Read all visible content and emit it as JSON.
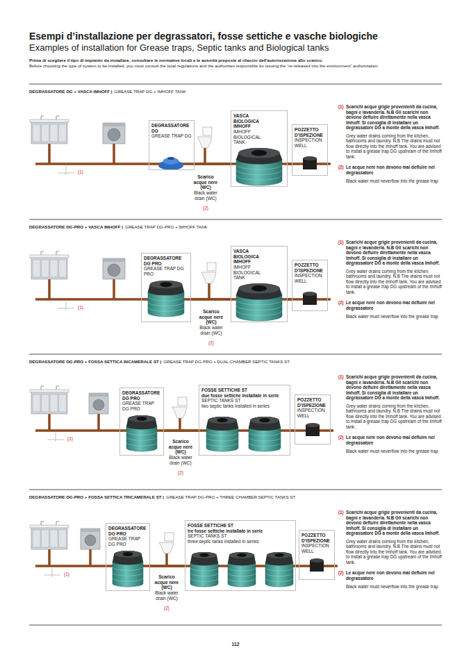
{
  "diagram": {
    "title": "Esempi d’installazione per degrassatori, fosse settiche e vasche biologiche",
    "nodes": [
      {
        "text": [
          "DEGRASSATORE DG",
          "GREASE TRAP DG"
        ]
      },
      {
        "text": [
          "Scarico acque nere (WC)",
          "Black water drain (WC)"
        ]
      },
      {
        "text": [
          "VASCA BIOLOGICA IMHOFF",
          "IMHOFF BIOLOGICAL TANK"
        ]
      },
      {
        "text": [
          "POZZETTO D'ISPEZIONE",
          "INSPECTION WELL"
        ]
      },
      {
        "text": [
          "DEGRASSATORE DG PRO",
          "GREASE TRAP DG PRO"
        ]
      },
      {
        "text": [
          "Scarico acque nere (WC)",
          "Black water drain (WC)"
        ]
      },
      {
        "text": [
          "VASCA BIOLOGICA IMHOFF",
          "IMHOFF BIOLOGICAL TANK"
        ]
      },
      {
        "text": [
          "POZZETTO D'ISPEZIONE",
          "INSPECTION WELL"
        ]
      },
      {
        "text": [
          "DEGRASSATORE DG PRO",
          "GREASE TRAP DG PRO"
        ]
      },
      {
        "text": [
          "Scarico acque nere (WC)",
          "Black water drain (WC)"
        ]
      },
      {
        "text": [
          "FOSSE SETTICHE ST",
          "due fosse settiche installate in serie",
          "SEPTIC TANKS ST",
          "two septic tanks installed in series"
        ]
      },
      {
        "text": [
          "POZZETTO D'ISPEZIONE",
          "INSPECTION WELL"
        ]
      },
      {
        "text": [
          "DEGRASSATORE DG PRO",
          "GREASE TRAP DG PRO"
        ]
      },
      {
        "text": [
          "Scarico acque nere (WC)",
          "Black water drain (WC)"
        ]
      },
      {
        "text": [
          "FOSSE SETTICHE ST",
          "tre fosse settiche installate in serie",
          "SEPTIC TANKS ST",
          "three septic tanks installed in series"
        ]
      },
      {
        "text": [
          "POZZETTO D'ISPEZIONE",
          "INSPECTION WELL"
        ]
      }
    ],
    "edges": [
      {
        "from": 0,
        "to": 2,
        "arrow": "none"
      },
      {
        "from": 2,
        "to": 3,
        "arrow": "none"
      },
      {
        "from": 4,
        "to": 6,
        "arrow": "none"
      },
      {
        "from": 6,
        "to": 7,
        "arrow": "none"
      },
      {
        "from": 8,
        "to": 10,
        "arrow": "none"
      },
      {
        "from": 10,
        "to": 11,
        "arrow": "none"
      },
      {
        "from": 12,
        "to": 14,
        "arrow": "none"
      },
      {
        "from": 14,
        "to": 15,
        "arrow": "none"
      }
    ],
    "labels": [
      "Examples of installation for Grease traps, Septic tanks and Biological tanks",
      "Prima di scegliere il tipo di impianto da installare, consultare le normative locali e le autorità preposte al rilascio dell'autorizzazione allo scarico.",
      "Before choosing the type of system to be installed, you must consult the local regulations and the authorities responsible for issuing the “re-released into the environment” authorization.",
      "DEGRASSATORE DG + VASCA IMHOFF |",
      "GREASE TRAP DG + IMHOFF TANK",
      "(1)",
      "(2)",
      "(1)",
      "Scarichi acque grigie provenienti da cucina, bagni e lavanderia. N.B Gli scarichi non devono defluire direttamente nella vasca Imhoff. Si consiglia di installare un degrassatore DG a monte della vasca Imhoff.",
      "Grey water drains coming from the kitchen, bathrooms and laundry. N.B The drains must not flow directly into the Imhoff tank. You are advised to install a grease trap DG upstream of the Imhoff tank.",
      "(2)",
      "Le acque nere non devono mai defluire nel degrassatore",
      "Black water must neverflow into the grease trap",
      "DEGRASSATORE DG-PRO + VASCA IMHOFF |",
      "GREASE TRAP DG-PRO + IMHOFF TANK",
      "(1)",
      "(2)",
      "(1)",
      "Scarichi acque grigie provenienti da cucina, bagni e lavanderia. N.B Gli scarichi non devono defluire direttamente nella vasca Imhoff. Si consiglia di installare un degrassatore DG a monte della vasca Imhoff.",
      "Grey water drains coming from the kitchen, bathrooms and laundry. N.B The drains must not flow directly into the Imhoff tank. You are advised to install a grease trap DG upstream of the Imhoff tank.",
      "(2)",
      "Le acque nere non devono mai defluire nel degrassatore",
      "Black water must neverflow into the grease trap",
      "DEGRASSATORE DG-PRO + FOSSA SETTICA BICAMERALE ST |",
      "GREASE TRAP DG-PRO + DUAL CHAMBER SEPTIC TANKS ST",
      "(1)",
      "(2)",
      "(1)",
      "Scarichi acque grigie provenienti da cucina, bagni e lavanderia. N.B Gli scarichi non devono defluire direttamente nella vasca Imhoff. Si consiglia di installare un degrassatore DG a monte della vasca Imhoff.",
      "Grey water drains coming from the kitchen, bathrooms and laundry. N.B The drains must not flow directly into the Imhoff tank. You are advised to install a grease trap DG upstream of the Imhoff tank.",
      "(2)",
      "Le acque nere non devono mai defluire nel degrassatore",
      "Black water must neverflow into the grease trap",
      "DEGRASSATORE DG-PRO + FOSSA SETTICA TRICAMERALE ST |",
      "GREASE TRAP DG-PRO + THREE CHAMBER SEPTIC TANKS ST",
      "(1)",
      "(2)",
      "(1)",
      "Scarichi acque grigie provenienti da cucina, bagni e lavanderia. N.B Gli scarichi non devono defluire direttamente nella vasca Imhoff. Si consiglia di installare un degrassatore DG a monte della vasca Imhoff.",
      "Grey water drains coming from the kitchen, bathrooms and laundry. N.B The drains must not flow directly into the Imhoff tank. You are advised to install a grease trap DG upstream of the Imhoff tank.",
      "(2)",
      "Le acque nere non devono mai defluire nel degrassatore",
      "Black water must neverflow into the grease trap",
      "112"
    ]
  }
}
